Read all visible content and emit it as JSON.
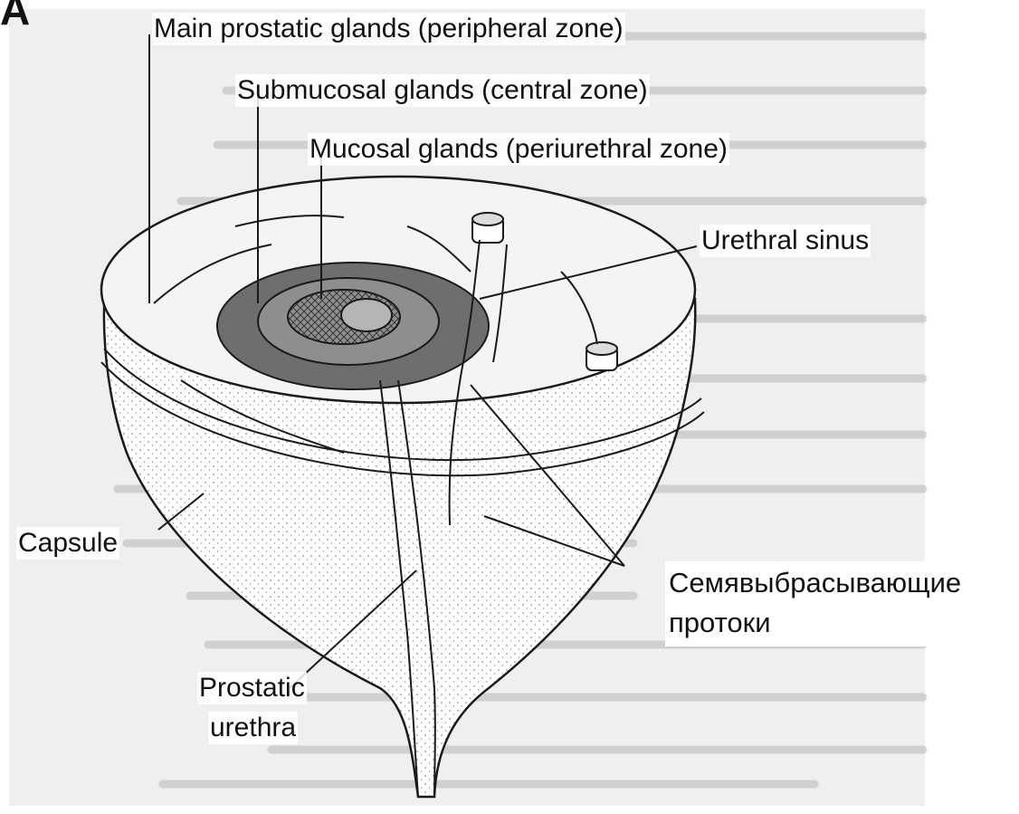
{
  "figure": {
    "panel_letter": "A",
    "labels": {
      "main_glands": "Main prostatic glands (peripheral zone)",
      "submucosal_glands": "Submucosal glands (central zone)",
      "mucosal_glands": "Mucosal glands (periurethral zone)",
      "urethral_sinus": "Urethral sinus",
      "capsule": "Capsule",
      "prostatic_urethra_line1": "Prostatic",
      "prostatic_urethra_line2": "urethra"
    },
    "annotation_ru": {
      "line1": "Семявыбрасывающие",
      "line2": "протоки"
    }
  }
}
